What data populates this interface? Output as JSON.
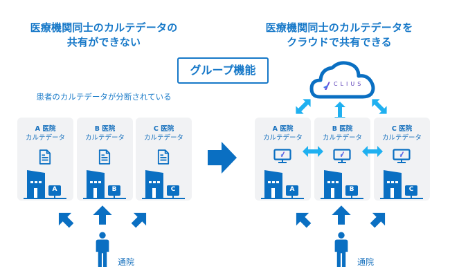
{
  "colors": {
    "primary_blue": "#0a6fc2",
    "light_blue_arrow": "#1fb0f0",
    "card_bg": "#f1f2f4",
    "clius_purple": "#6b4fd6",
    "clius_blue": "#4a7bf0"
  },
  "left": {
    "title_line1": "医療機関同士のカルテデータの",
    "title_line2": "共有ができない",
    "subtitle": "患者のカルテデータが分断されている",
    "clinics": [
      {
        "name": "A 医院",
        "data_label": "カルテデータ",
        "building_letter": "A",
        "icon": "document-icon"
      },
      {
        "name": "B 医院",
        "data_label": "カルテデータ",
        "building_letter": "B",
        "icon": "document-icon"
      },
      {
        "name": "C 医院",
        "data_label": "カルテデータ",
        "building_letter": "C",
        "icon": "document-icon"
      }
    ],
    "patient_label": "通院"
  },
  "center": {
    "badge_label": "グループ機能",
    "arrow_icon": "arrow-right-icon"
  },
  "right": {
    "title_line1": "医療機関同士のカルテデータを",
    "title_line2": "クラウドで共有できる",
    "cloud_brand": "CLIUS",
    "clinics": [
      {
        "name": "A 医院",
        "data_label": "カルテデータ",
        "building_letter": "A",
        "icon": "monitor-icon"
      },
      {
        "name": "B 医院",
        "data_label": "カルテデータ",
        "building_letter": "B",
        "icon": "monitor-icon"
      },
      {
        "name": "C 医院",
        "data_label": "カルテデータ",
        "building_letter": "C",
        "icon": "monitor-icon"
      }
    ],
    "patient_label": "通院"
  }
}
